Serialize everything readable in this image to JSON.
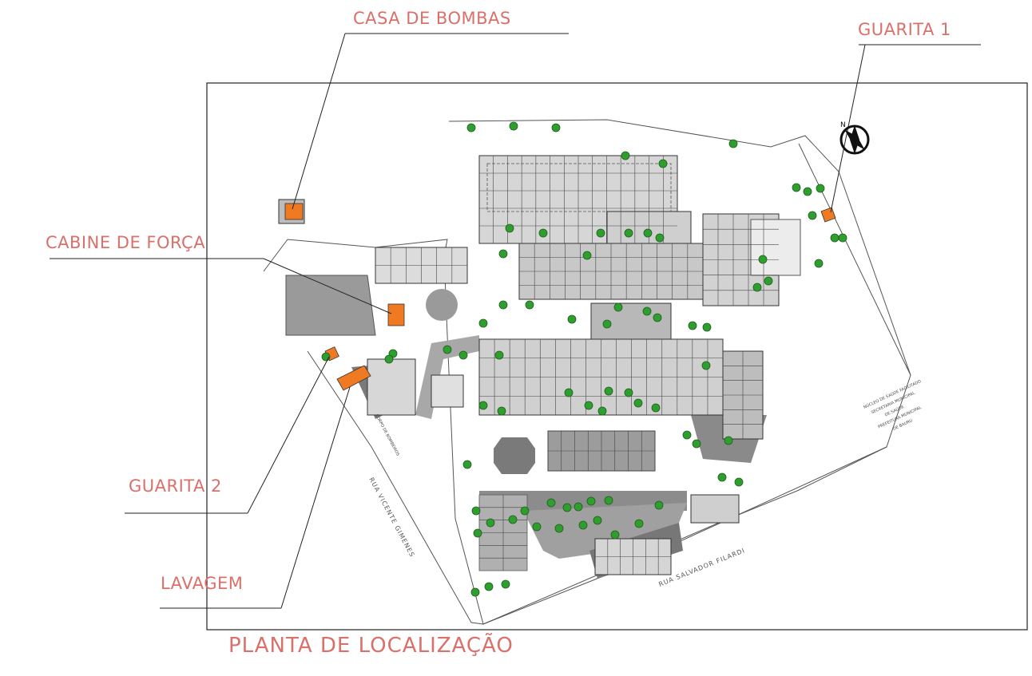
{
  "colors": {
    "label": "#d9706a",
    "highlight": "#f07a22",
    "tree": "#2f9e2f",
    "building": "#555555",
    "line": "#222222"
  },
  "labels": {
    "casa_de_bombas": "CASA DE BOMBAS",
    "guarita_1": "GUARITA 1",
    "cabine_de_forca": "CABINE DE FORÇA",
    "guarita_2": "GUARITA 2",
    "lavagem": "LAVAGEM"
  },
  "title": "PLANTA DE LOCALIZAÇÃO",
  "streets": {
    "vicente": "RUA VICENTE GIMENES",
    "salvador": "RUA SALVADOR FILARDI"
  },
  "site_sign": [
    "NÚCLEO DE SAÚDE FACILITADO",
    "SECRETARIA MUNICIPAL",
    "DE SAÚDE",
    "PREFEITURA MUNICIPAL",
    "DE BAURU"
  ],
  "plan_notes": {
    "corpo_bombeiros": "CORPO DE BOMBEIROS",
    "north": "N"
  },
  "icons": [
    "north-arrow-icon",
    "tree-icon"
  ]
}
